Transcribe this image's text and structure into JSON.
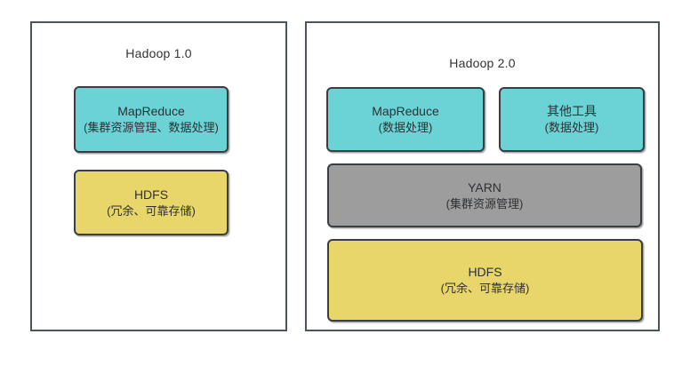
{
  "diagram": {
    "panels": [
      {
        "title": "Hadoop 1.0",
        "boxes": [
          {
            "title": "MapReduce",
            "subtitle": "(集群资源管理、数据处理)",
            "color_name": "teal"
          },
          {
            "title": "HDFS",
            "subtitle": "(冗余、可靠存储)",
            "color_name": "yellow"
          }
        ]
      },
      {
        "title": "Hadoop 2.0",
        "boxes": [
          {
            "title": "MapReduce",
            "subtitle": "(数据处理)",
            "color_name": "teal"
          },
          {
            "title": "其他工具",
            "subtitle": "(数据处理)",
            "color_name": "teal"
          },
          {
            "title": "YARN",
            "subtitle": "(集群资源管理)",
            "color_name": "gray"
          },
          {
            "title": "HDFS",
            "subtitle": "(冗余、可靠存储)",
            "color_name": "yellow"
          }
        ]
      }
    ],
    "colors": {
      "teal": "#6BD3D5",
      "yellow": "#E9D66B",
      "gray": "#9D9D9D",
      "panel_border": "#4D545B",
      "box_border": "#383E44",
      "text": "#2E3033",
      "background": "#FFFFFF"
    }
  }
}
